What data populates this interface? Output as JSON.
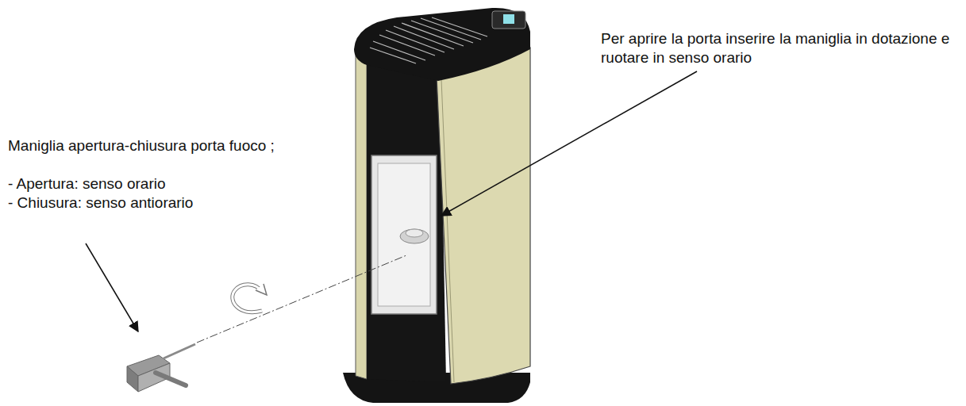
{
  "diagram": {
    "labels": [
      "Maniglia apertura-chiusura porta fuoco ;",
      "- Apertura: senso orario",
      "- Chiusura: senso antiorario",
      "Per aprire la porta inserire la maniglia in dotazione e ruotare in senso orario"
    ]
  }
}
